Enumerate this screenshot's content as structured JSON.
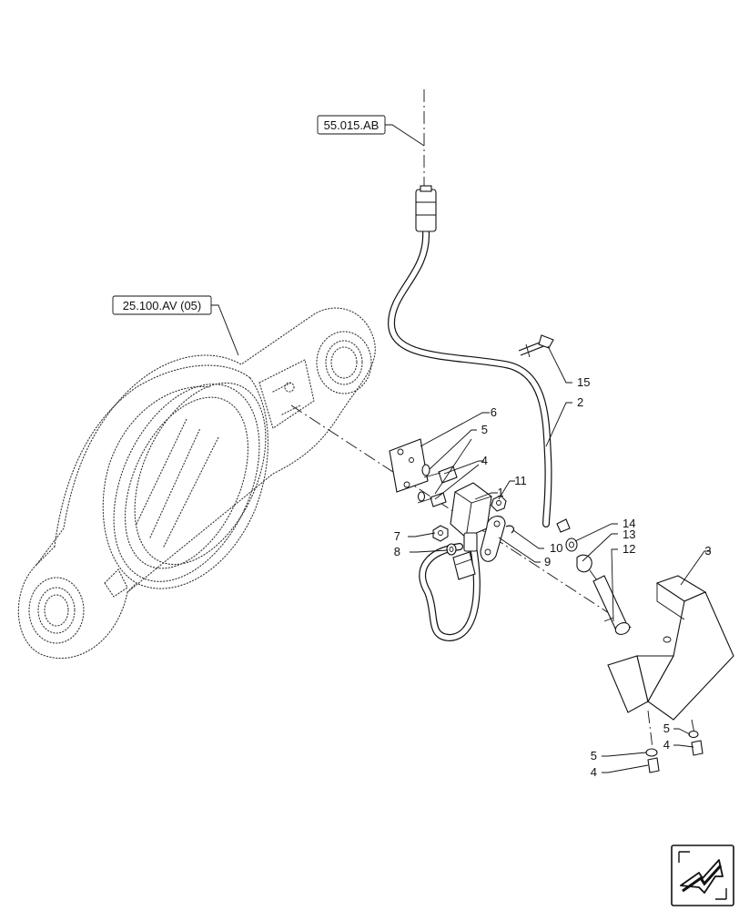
{
  "references": {
    "top": "55.015.AB",
    "left": "25.100.AV (05)"
  },
  "callouts": {
    "c1": "1",
    "c2": "2",
    "c3": "3",
    "c4a": "4",
    "c5a": "5",
    "c6": "6",
    "c7": "7",
    "c8": "8",
    "c9": "9",
    "c10": "10",
    "c11": "11",
    "c12": "12",
    "c13": "13",
    "c14": "14",
    "c15": "15",
    "c5b": "5",
    "c4b": "4",
    "c5c": "5",
    "c4c": "4"
  },
  "icons": {
    "corner": "navigation-arrow-icon"
  }
}
